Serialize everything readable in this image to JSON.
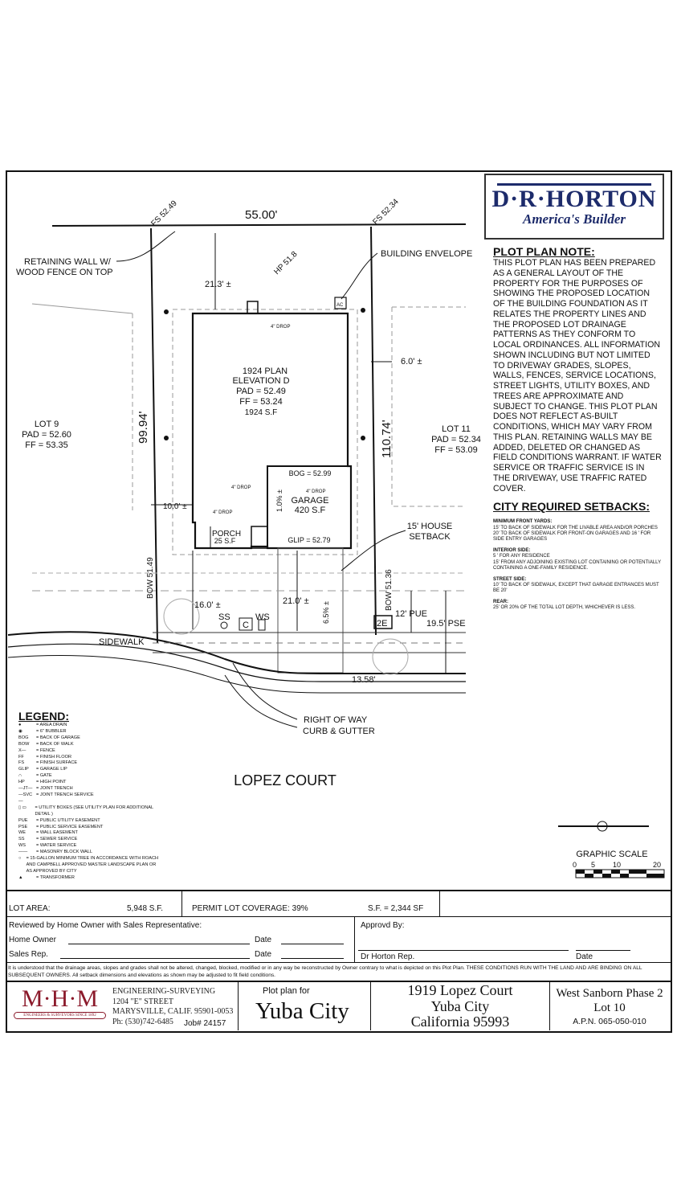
{
  "logo": {
    "name": "D·R·HORTON",
    "tagline": "America's Builder"
  },
  "plot_plan_note": {
    "title": "PLOT PLAN NOTE:",
    "body": "This plot plan has been prepared as a general layout of the property for the purposes of showing the proposed location of the building foundation as it relates the property lines and the proposed lot drainage patterns as they conform to local ordinances. All information shown including but not limited to driveway grades, slopes, walls, fences, service locations, street lights, utility boxes, and trees are approximate and subject to change. This plot plan does not reflect as-built conditions, which may vary from this plan. Retaining walls may be added, deleted or changed as field conditions warrant. If water service or traffic service is in the driveway, use traffic rated cover."
  },
  "setbacks": {
    "title": "CITY REQUIRED SETBACKS:",
    "sections": [
      {
        "heading": "Minimum front yards:",
        "lines": [
          "15' to back of sidewalk for the livable area and/or porches",
          "20' to back of sidewalk for front-on garages and 16 ' for side entry garages"
        ]
      },
      {
        "heading": "Interior side:",
        "lines": [
          "5 ' for any residence",
          "15' from any adjoining existing lot containing or potentially containing a one-family residence."
        ]
      },
      {
        "heading": "Street side:",
        "lines": [
          "10' to back of sidewalk, except that garage entrances must be 20'"
        ]
      },
      {
        "heading": "Rear:",
        "lines": [
          "25' or 20% of the total lot depth, whichever is less."
        ]
      }
    ]
  },
  "drawing": {
    "rear_width": "55.00'",
    "fs_left": "FS 52.49",
    "fs_right": "FS 52.34",
    "hp": "HP 51.8",
    "retaining_wall": [
      "RETAINING WALL W/",
      "WOOD FENCE ON TOP"
    ],
    "building_envelope": "BUILDING ENVELOPE",
    "rear_setback": "21.3' ±",
    "right_side": "6.0' ±",
    "left_depth": "99.94'",
    "right_depth": "110.74'",
    "ac": "AC",
    "drop": "4\" DROP",
    "house": [
      "1924 PLAN",
      "ELEVATION D",
      "PAD = 52.49",
      "FF = 53.24",
      "1924 S.F"
    ],
    "lot9": [
      "LOT 9",
      "PAD = 52.60",
      "FF = 53.35"
    ],
    "lot11": [
      "LOT 11",
      "PAD = 52.34",
      "FF = 53.09"
    ],
    "bog": "BOG = 52.99",
    "garage": [
      "GARAGE",
      "420 S.F"
    ],
    "glip": "GLIP = 52.79",
    "garage_slope": "1.0% ±",
    "porch": [
      "PORCH",
      "25 S.F"
    ],
    "left_side": "10.0' ±",
    "house_setback": [
      "15' HOUSE",
      "SETBACK"
    ],
    "bow_left": "BOW 51.49",
    "bow_right": "BOW 51.36",
    "front_setback": "16.0' ±",
    "driveway": "21.0' ±",
    "drive_slope": "6.5% ±",
    "ss": "SS",
    "c": "C",
    "ws": "WS",
    "transformer": "2E",
    "pue": "12' PUE",
    "pse": "19.5' PSE",
    "sidewalk": "SIDEWALK",
    "frontage": "13.58'",
    "row": [
      "RIGHT OF WAY",
      "CURB & GUTTER"
    ],
    "street": "LOPEZ COURT",
    "scale_title": "GRAPHIC SCALE",
    "scale_ticks": [
      "0",
      "5",
      "10",
      "20"
    ]
  },
  "legend": {
    "title": "LEGEND:",
    "items": [
      [
        "●",
        "= AREA DRAIN"
      ],
      [
        "◉",
        "= 6\" BUBBLER"
      ],
      [
        "BOG",
        "= BACK OF GARAGE"
      ],
      [
        "BOW",
        "= BACK OF WALK"
      ],
      [
        "X—",
        "= FENCE"
      ],
      [
        "FF",
        "= FINISH FLOOR"
      ],
      [
        "FS",
        "= FINISH SURFACE"
      ],
      [
        "GLIP",
        "= GARAGE LIP"
      ],
      [
        "∩",
        "= GATE"
      ],
      [
        "HP",
        "= HIGH POINT"
      ],
      [
        "—JT—",
        "= JOINT TRENCH"
      ],
      [
        "—SVC—",
        "= JOINT TRENCH SERVICE"
      ],
      [
        "▯ ▭",
        "= UTILITY BOXES (SEE UTILITY PLAN FOR ADDITIONAL DETAIL )"
      ],
      [
        "PUE",
        "= PUBLIC UTILITY EASEMENT"
      ],
      [
        "PSE",
        "= PUBLIC SERVICE EASEMENT"
      ],
      [
        "WE",
        "= WALL EASEMENT"
      ],
      [
        "SS",
        "= SEWER SERVICE"
      ],
      [
        "WS",
        "= WATER SERVICE"
      ],
      [
        "——",
        "= MASONRY BLOCK WALL"
      ],
      [
        "○",
        "= 15-GALLON MINIMUM TREE IN ACCORDANCE WITH ROACH AND CAMPBELL APPROVED MASTER LANDSCAPE PLAN OR AS APPROVED BY CITY"
      ],
      [
        "▲",
        "= TRANSFORMER"
      ]
    ]
  },
  "summary": {
    "lot_area_label": "LOT AREA:",
    "lot_area": "5,948 S.F.",
    "coverage": "PERMIT LOT COVERAGE: 39%",
    "sf": "S.F. = 2,344 SF"
  },
  "signoff": {
    "reviewed": "Reviewed by Home Owner with Sales Representative:",
    "home_owner": "Home Owner",
    "sales_rep": "Sales Rep.",
    "date": "Date",
    "approved": "Approvd By:",
    "dr_horton_rep": "Dr Horton Rep."
  },
  "disclaimer": "It is understood that the drainage areas, slopes and grades shall not be altered, changed, blocked, modified or in any way be reconstructed by Owner contrary to what is depicted on this Plot Plan.  THESE CONDITIONS RUN WITH THE LAND AND ARE BINDING ON ALL SUBSEQUENT OWNERS.  All setback dimensions and elevations as shown may be adjusted to fit field conditions.",
  "title_block": {
    "mhm": "M·H·M",
    "mhm_sub": "ENGINEERS & SURVEYORS SINCE 1892",
    "firm": [
      "ENGINEERING-SURVEYING",
      "1204 \"E\" STREET",
      "MARYSVILLE, CALIF. 95901-0053",
      "Ph: (530)742-6485"
    ],
    "job": "Job# 24157",
    "plot_for": "Plot plan for",
    "city": "Yuba City",
    "address": [
      "1919 Lopez Court",
      "Yuba City",
      "California 95993"
    ],
    "subdivision": "West Sanborn Phase 2",
    "lot": "Lot 10",
    "apn": "A.P.N. 065-050-010"
  },
  "colors": {
    "brand_blue": "#1d2b6b",
    "mhm_red": "#8b1a2b"
  }
}
